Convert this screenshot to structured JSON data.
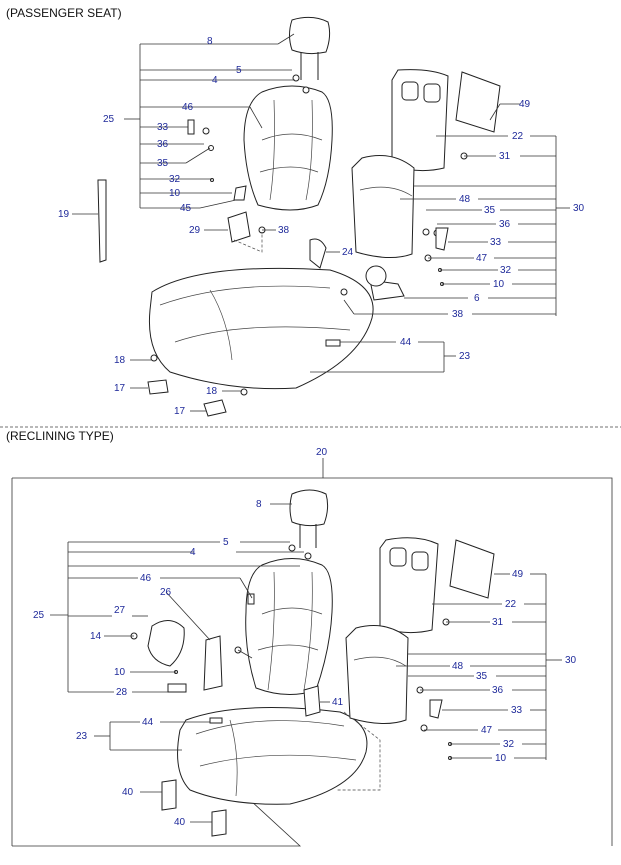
{
  "sections": {
    "passenger_title": "(PASSENGER SEAT)",
    "reclining_title": "(RECLINING TYPE)"
  },
  "callouts": {
    "p_8": "8",
    "p_5": "5",
    "p_4": "4",
    "p_25": "25",
    "p_46": "46",
    "p_33": "33",
    "p_36": "36",
    "p_35": "35",
    "p_32": "32",
    "p_10": "10",
    "p_45": "45",
    "p_19": "19",
    "p_29": "29",
    "p_38a": "38",
    "p_24": "24",
    "p_49": "49",
    "p_22": "22",
    "p_31": "31",
    "p_30": "30",
    "p_48": "48",
    "p_35b": "35",
    "p_36b": "36",
    "p_33b": "33",
    "p_47": "47",
    "p_32b": "32",
    "p_10b": "10",
    "p_6": "6",
    "p_38b": "38",
    "p_44": "44",
    "p_23": "23",
    "p_18a": "18",
    "p_17a": "17",
    "p_18b": "18",
    "p_17b": "17",
    "r_20": "20",
    "r_8": "8",
    "r_5": "5",
    "r_4": "4",
    "r_46": "46",
    "r_26": "26",
    "r_25": "25",
    "r_27": "27",
    "r_14": "14",
    "r_10": "10",
    "r_28": "28",
    "r_49": "49",
    "r_22": "22",
    "r_31": "31",
    "r_30": "30",
    "r_48": "48",
    "r_35": "35",
    "r_36": "36",
    "r_33": "33",
    "r_41": "41",
    "r_44": "44",
    "r_23": "23",
    "r_47": "47",
    "r_32": "32",
    "r_10b": "10",
    "r_40a": "40",
    "r_40b": "40"
  }
}
